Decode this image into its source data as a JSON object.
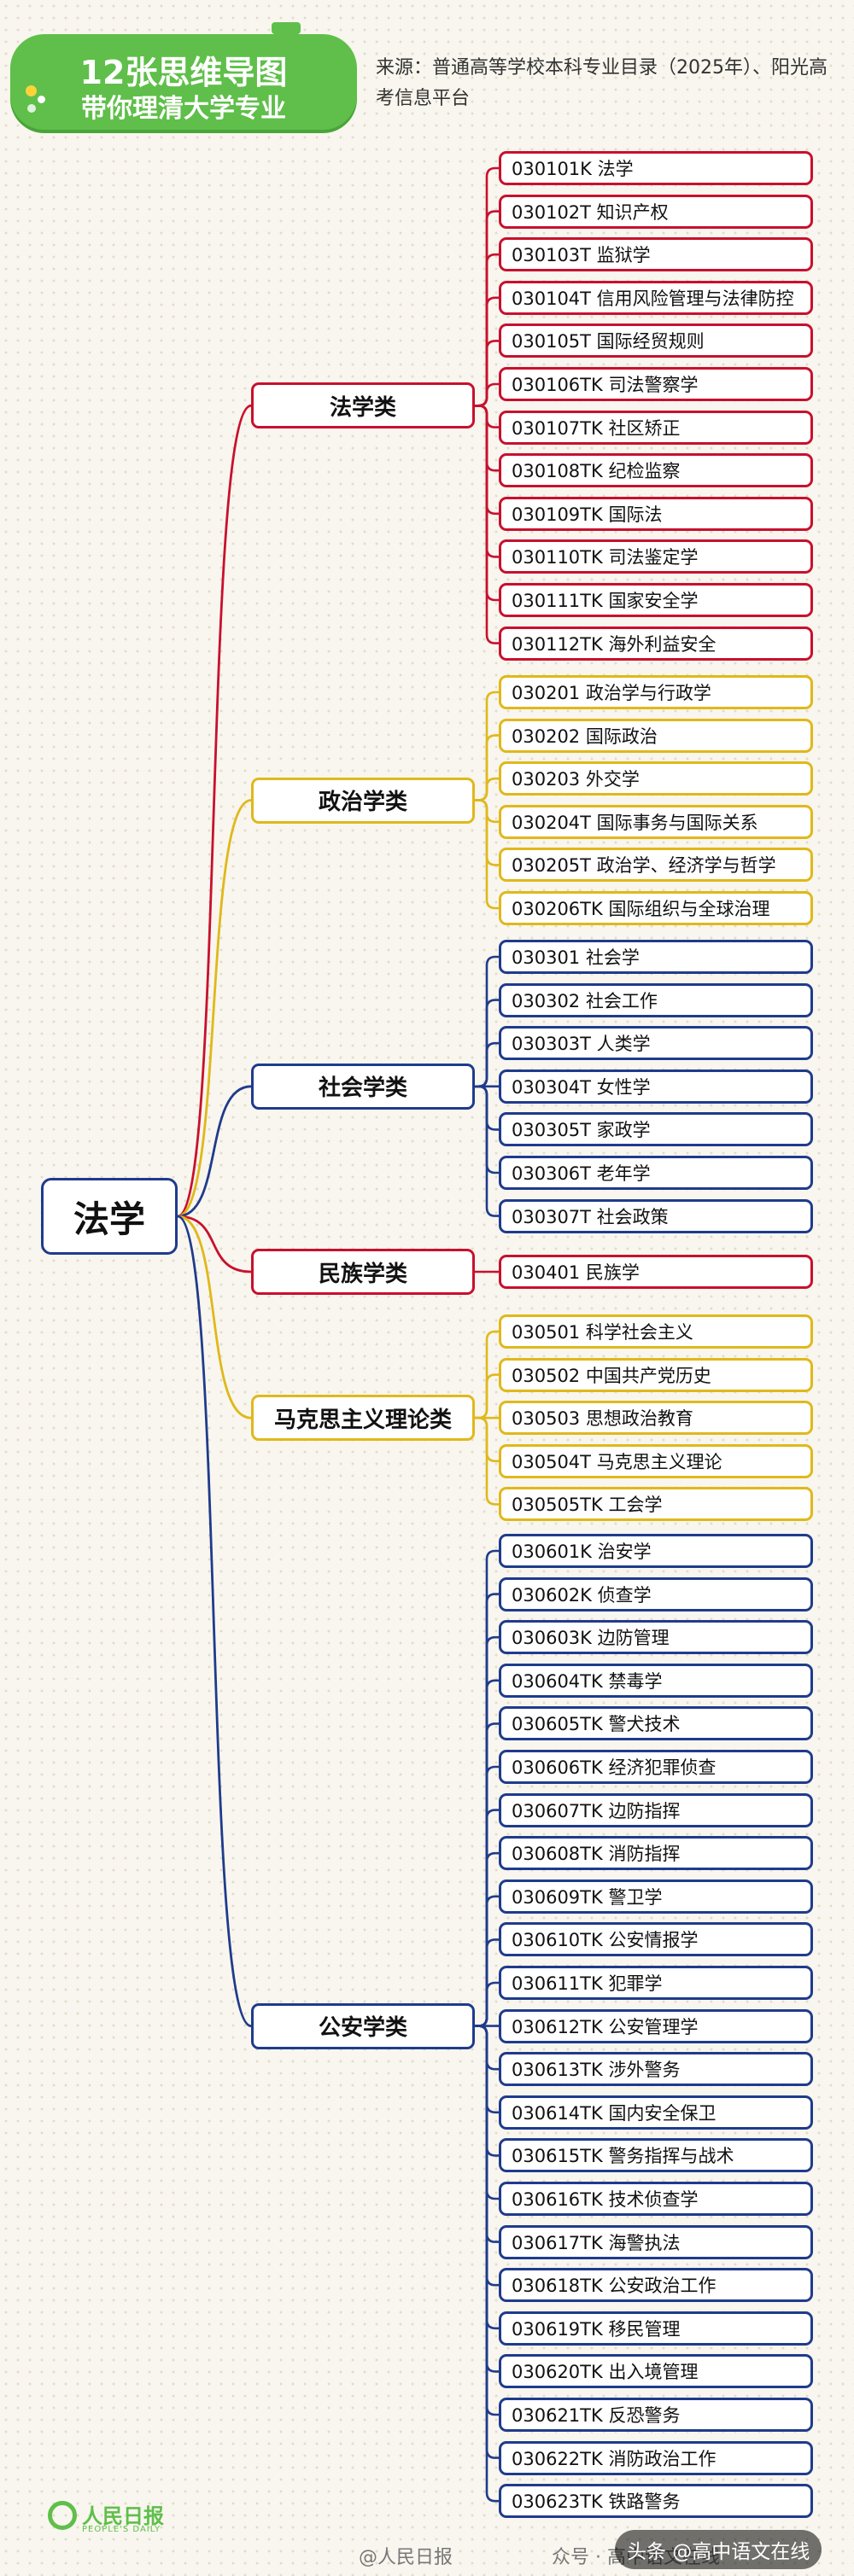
{
  "header": {
    "title_line1": "12张思维导图",
    "title_line2": "带你理清大学专业",
    "source": "来源：普通高等学校本科专业目录（2025年）、阳光高考信息平台"
  },
  "colors": {
    "red": "#c8102e",
    "yellow": "#e0b81a",
    "blue": "#1f3b8c",
    "green": "#5fbf4a"
  },
  "root": {
    "label": "法学"
  },
  "categories": [
    {
      "label": "法学类",
      "color": "red",
      "items": [
        "030101K 法学",
        "030102T 知识产权",
        "030103T 监狱学",
        "030104T 信用风险管理与法律防控",
        "030105T 国际经贸规则",
        "030106TK 司法警察学",
        "030107TK 社区矫正",
        "030108TK 纪检监察",
        "030109TK 国际法",
        "030110TK 司法鉴定学",
        "030111TK 国家安全学",
        "030112TK 海外利益安全"
      ]
    },
    {
      "label": "政治学类",
      "color": "yellow",
      "items": [
        "030201 政治学与行政学",
        "030202 国际政治",
        "030203 外交学",
        "030204T 国际事务与国际关系",
        "030205T 政治学、经济学与哲学",
        "030206TK 国际组织与全球治理"
      ]
    },
    {
      "label": "社会学类",
      "color": "blue",
      "items": [
        "030301 社会学",
        "030302 社会工作",
        "030303T 人类学",
        "030304T 女性学",
        "030305T 家政学",
        "030306T 老年学",
        "030307T 社会政策"
      ]
    },
    {
      "label": "民族学类",
      "color": "red",
      "items": [
        "030401 民族学"
      ]
    },
    {
      "label": "马克思主义理论类",
      "color": "yellow",
      "items": [
        "030501 科学社会主义",
        "030502 中国共产党历史",
        "030503 思想政治教育",
        "030504T 马克思主义理论",
        "030505TK 工会学"
      ]
    },
    {
      "label": "公安学类",
      "color": "blue",
      "items": [
        "030601K 治安学",
        "030602K 侦查学",
        "030603K 边防管理",
        "030604TK 禁毒学",
        "030605TK 警犬技术",
        "030606TK 经济犯罪侦查",
        "030607TK 边防指挥",
        "030608TK 消防指挥",
        "030609TK 警卫学",
        "030610TK 公安情报学",
        "030611TK 犯罪学",
        "030612TK 公安管理学",
        "030613TK 涉外警务",
        "030614TK 国内安全保卫",
        "030615TK 警务指挥与战术",
        "030616TK 技术侦查学",
        "030617TK 海警执法",
        "030618TK 公安政治工作",
        "030619TK 移民管理",
        "030620TK 出入境管理",
        "030621TK 反恐警务",
        "030622TK 消防政治工作",
        "030623TK 铁路警务"
      ]
    }
  ],
  "footer": {
    "logo_text": "人民日报",
    "logo_sub": "PEOPLE'S DAILY",
    "watermark1": "@人民日报",
    "watermark2": "众号 · 高中语文在线",
    "bar_text": "头条 @高中语文在线"
  }
}
